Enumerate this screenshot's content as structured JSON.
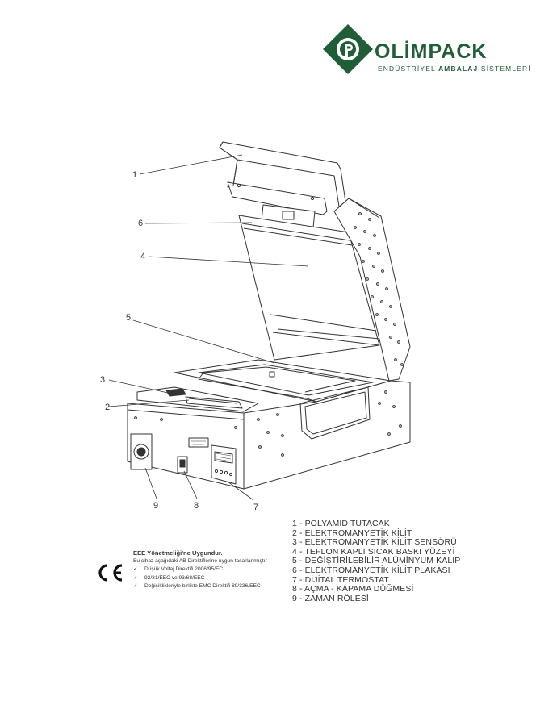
{
  "brand": {
    "name": "OLİMPACK",
    "subtitle_part1": "ENDÜSTRİYEL ",
    "subtitle_part2": "AMBALAJ",
    "subtitle_part3": " SİSTEMLERİ",
    "color": "#1f5e36"
  },
  "callouts": [
    "1",
    "2",
    "3",
    "4",
    "5",
    "6",
    "7",
    "8",
    "9"
  ],
  "legend": [
    "1 - POLYAMID TUTACAK",
    "2 - ELEKTROMANYETİK KİLİT",
    "3 - ELEKTROMANYETİK KİLİT SENSÖRÜ",
    "4 - TEFLON KAPLI SICAK BASKI YÜZEYİ",
    "5 - DEĞİŞTİRİLEBİLİR ALÜMİNYUM KALIP",
    "6 - ELEKTROMANYETİK KİLİT PLAKASI",
    "7 - DİJİTAL TERMOSTAT",
    "8 - AÇMA - KAPAMA DÜĞMESİ",
    "9 - ZAMAN RÖLESİ"
  ],
  "compliance": {
    "mark": "CE",
    "title": "EEE Yönetmeliği'ne Uygundur.",
    "intro": "Bu cihaz aşağıdaki AB Direktiflerine uygun tasarlanmıştır",
    "check_symbol": "✓",
    "items": [
      "Düşük Voltaj Direktifi 2006/95/EC",
      "92/31/EEC ve 93/68/EEC",
      "Değişiklikleriyle birlikte EMC Direktifi 89/336/EEC"
    ]
  }
}
